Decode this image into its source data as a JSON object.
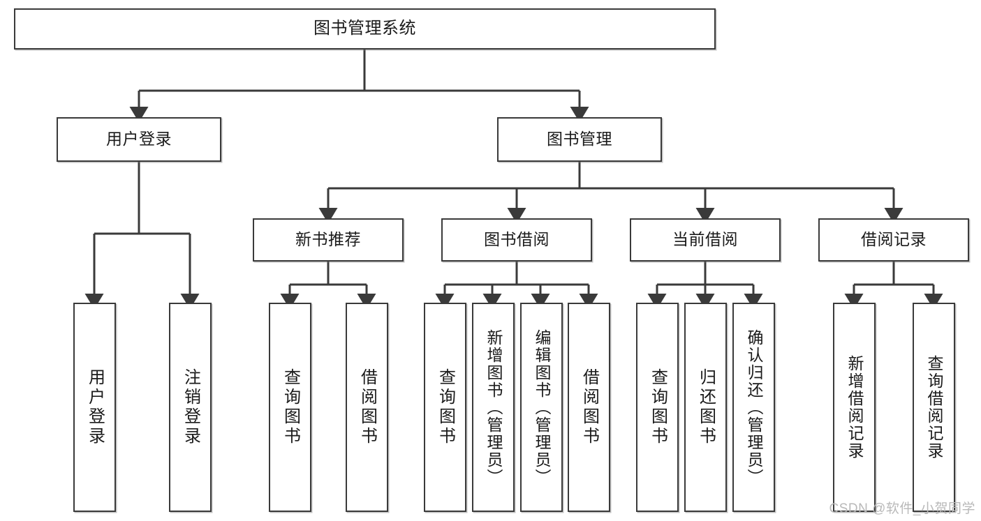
{
  "diagram": {
    "title": "图书管理系统",
    "type": "tree-hierarchy-diagram",
    "stroke_color": "#3a3a3a",
    "fill_color": "#ffffff",
    "text_color": "#1a1a1a"
  },
  "root": {
    "label": "图书管理系统"
  },
  "level2": [
    {
      "label": "用户登录"
    },
    {
      "label": "图书管理"
    }
  ],
  "level3": [
    {
      "label": "新书推荐"
    },
    {
      "label": "图书借阅"
    },
    {
      "label": "当前借阅"
    },
    {
      "label": "借阅记录"
    }
  ],
  "leaves": {
    "user_login": [
      {
        "label": "用户登录"
      },
      {
        "label": "注销登录"
      }
    ],
    "new_book_recommend": [
      {
        "label": "查询图书"
      },
      {
        "label": "借阅图书"
      }
    ],
    "book_borrow": [
      {
        "label": "查询图书"
      },
      {
        "label": "新增图书（管理员）"
      },
      {
        "label": "编辑图书（管理员）"
      },
      {
        "label": "借阅图书"
      }
    ],
    "current_borrow": [
      {
        "label": "查询图书"
      },
      {
        "label": "归还图书"
      },
      {
        "label": "确认归还（管理员）"
      }
    ],
    "borrow_record": [
      {
        "label": "新增借阅记录"
      },
      {
        "label": "查询借阅记录"
      }
    ]
  },
  "watermark": {
    "text": "CSDN @软件_小贺同学"
  }
}
